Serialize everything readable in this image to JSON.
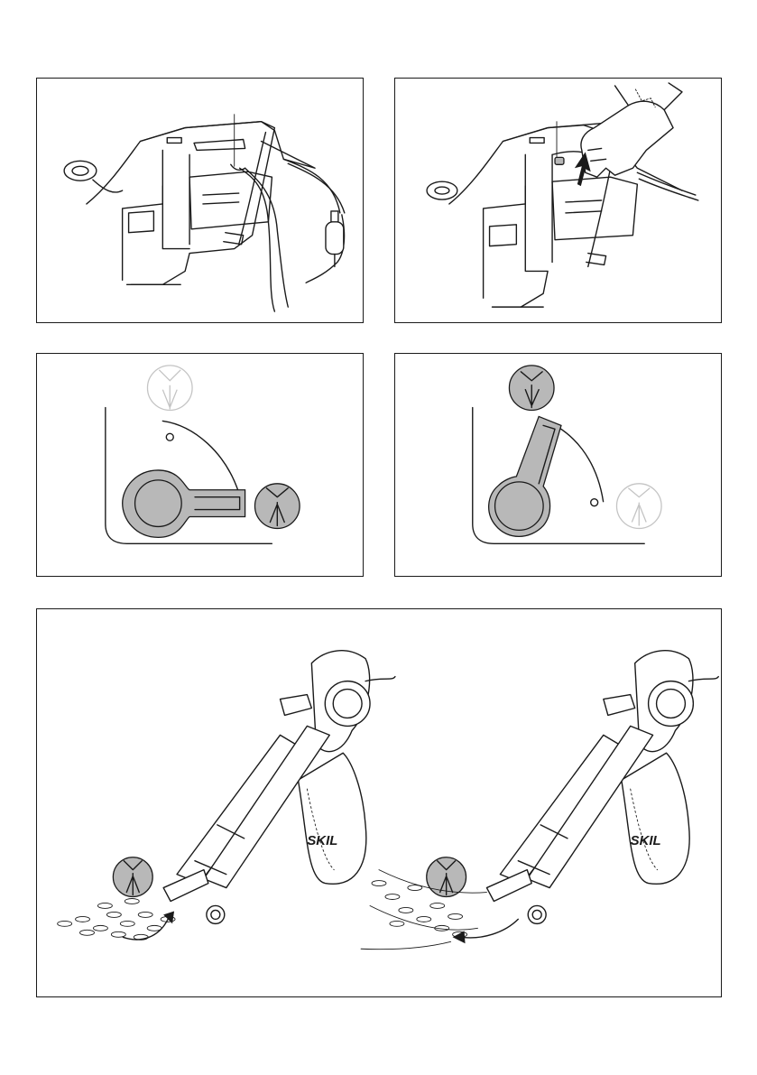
{
  "figures": [
    {
      "id": "fig-cord-strain-relief"
    },
    {
      "id": "fig-cord-pull-through"
    },
    {
      "id": "fig-lever-suction-mode"
    },
    {
      "id": "fig-lever-blow-mode"
    },
    {
      "id": "fig-operation-modes",
      "brand_logo": "SKIL"
    }
  ],
  "colors": {
    "line": "#1a1a1a",
    "fill_grey": "#b8b8b8",
    "ghost": "#c4c4c4"
  }
}
